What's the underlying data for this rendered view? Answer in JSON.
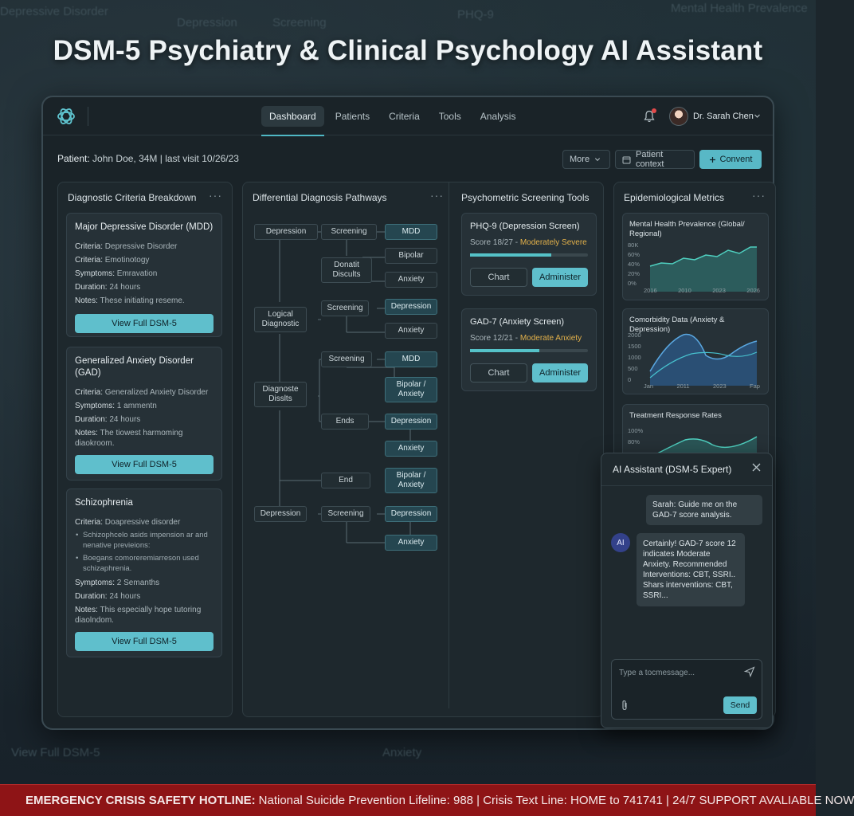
{
  "hero": {
    "title": "DSM-5 Psychiatry & Clinical Psychology AI Assistant"
  },
  "background_ghost": {
    "b1": "Depressive Disorder",
    "b2": "Depression",
    "b3": "Screening",
    "b4": "PHQ-9",
    "b5": "Mental Health Prevalence",
    "b6": "View Full DSM-5",
    "b7": "Anxiety"
  },
  "nav": {
    "items": [
      "Dashboard",
      "Patients",
      "Criteria",
      "Tools",
      "Analysis"
    ],
    "active": "Dashboard"
  },
  "user": {
    "name": "Dr. Sarah Chen"
  },
  "patient": {
    "label": "Patient:",
    "info": "John Doe, 34M | last visit 10/26/23"
  },
  "toolbar": {
    "more_label": "More",
    "context_label": "Patient context",
    "convert_label": "Convent"
  },
  "criteria_panel": {
    "title": "Diagnostic Criteria Breakdown",
    "cards": [
      {
        "title": "Major Depressive Disorder (MDD)",
        "criteria1": "Depressive Disorder",
        "criteria2": "Emotinotogy",
        "symptoms": "Emravation",
        "duration": "24 hours",
        "notes": "These initiating reseme.",
        "button": "View Full DSM-5"
      },
      {
        "title": "Generalized Anxiety Disorder (GAD)",
        "criteria1": "Generalized Anxiety Disorder",
        "symptoms": "1 ammentn",
        "duration": "24 hours",
        "notes": "The tiowest harmoming diaokroom.",
        "button": "View Full DSM-5"
      },
      {
        "title": "Schizophrenia",
        "criteria1": "Doapressive disorder",
        "bullet1": "Schizophcelo asids impension ar and nenative previeions:",
        "bullet2": "Boegans comoreremiarreson used schizaphrenia.",
        "symptoms": "2 Semanths",
        "duration": "24 hours",
        "notes": "This especially hope tutoring diaolndom.",
        "button": "View Full DSM-5"
      }
    ],
    "labels": {
      "criteria": "Criteria:",
      "symptoms": "Symptoms:",
      "duration": "Duration:",
      "notes": "Notes:"
    }
  },
  "pathways_panel": {
    "title": "Differential Diagnosis Pathways",
    "nodes": {
      "n1": "Depression",
      "n2": "Screening",
      "n3": "MDD",
      "n4": "Donatit Discults",
      "n5": "Bipolar",
      "n6": "Anxiety",
      "n7": "Logical Diagnostic",
      "n8": "Screening",
      "n9": "Depression",
      "n10": "Anxiety",
      "n11": "Screening",
      "n12": "MDD",
      "n13": "Diagnoste Disslts",
      "n14": "Bipolar / Anxiety",
      "n15": "Ends",
      "n16": "Depression",
      "n17": "Anxiety",
      "n18": "End",
      "n19": "Bipolar / Anxiety",
      "n20": "Depression",
      "n21": "Screening",
      "n22": "Depression",
      "n23": "Anxiety"
    }
  },
  "screening_panel": {
    "title": "Psychometric Screening Tools",
    "tools": [
      {
        "name": "PHQ-9 (Depression Screen)",
        "score": "Score 18/27 - ",
        "severity": "Moderately Severe",
        "progress": 0.69,
        "chart_label": "Chart",
        "administer_label": "Administer"
      },
      {
        "name": "GAD-7 (Anxiety Screen)",
        "score": "Score 12/21 - ",
        "severity": "Moderate Anxiety",
        "progress": 0.59,
        "chart_label": "Chart",
        "administer_label": "Administer"
      }
    ]
  },
  "epi_panel": {
    "title": "Epidemiological Metrics",
    "prevalence": {
      "title": "Mental Health Prevalence (Global/ Regional)",
      "yticks": [
        "80K",
        "60%",
        "40%",
        "20%",
        "0%"
      ],
      "xticks": [
        "2016",
        "2010",
        "2023",
        "2026"
      ]
    },
    "comorbidity": {
      "title": "Comorbidity Data (Anxiety & Depression)",
      "yticks": [
        "2000",
        "1500",
        "1000",
        "500",
        "0"
      ],
      "xticks": [
        "Jan",
        "2011",
        "2023",
        "Fap"
      ]
    },
    "response": {
      "title": "Treatment Response Rates",
      "yticks": [
        "100%",
        "80%"
      ]
    }
  },
  "chat": {
    "title": "AI Assistant (DSM-5 Expert)",
    "user_message": "Sarah: Guide me on the GAD-7 score analysis.",
    "ai_badge": "AI",
    "ai_message": "Certainly! GAD-7 score 12 indicates Moderate Anxiety. Recommended Interventions: CBT, SSRI.. Shars interventions: CBT, SSRI...",
    "placeholder": "Type a tocmessage...",
    "send_label": "Send"
  },
  "hotline": {
    "label": "EMERGENCY CRISIS SAFETY HOTLINE:",
    "text": "National Suicide Prevention Lifeline: 988 | Crisis Text Line: HOME to 741741 | 24/7 SUPPORT AVALIABLE NOW"
  },
  "colors": {
    "accent": "#5fbfcc",
    "severity": "#e3b14a",
    "alert": "#8e1416"
  }
}
